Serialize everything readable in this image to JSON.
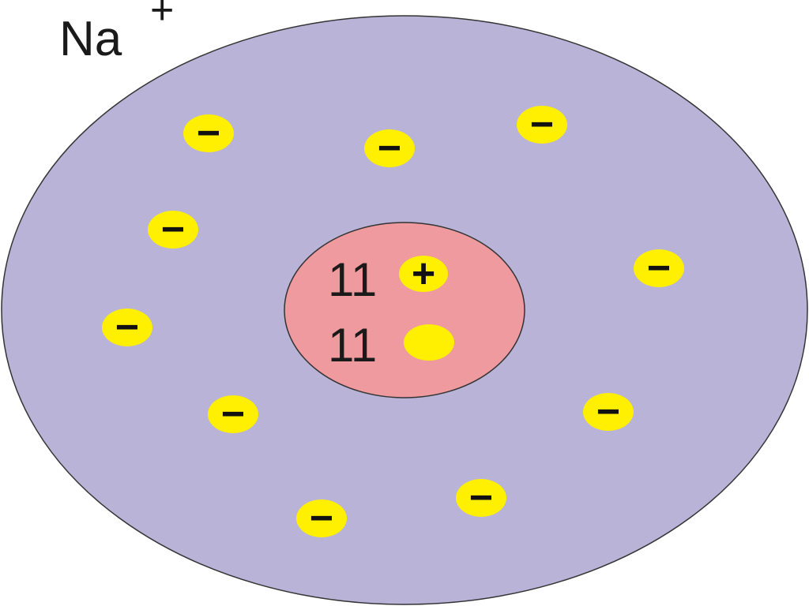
{
  "ion": {
    "symbol": "Na",
    "charge": "+"
  },
  "nucleus": {
    "proton_count": "11",
    "proton_sign": "+",
    "neutron_count": "11"
  },
  "electrons": {
    "count": 10,
    "sign": "−"
  },
  "colors": {
    "electron_cloud": "#b8b3d7",
    "nucleus": "#ee9a9e",
    "particle": "#ffef00",
    "outline": "#333333",
    "text": "#1a1a1a"
  }
}
